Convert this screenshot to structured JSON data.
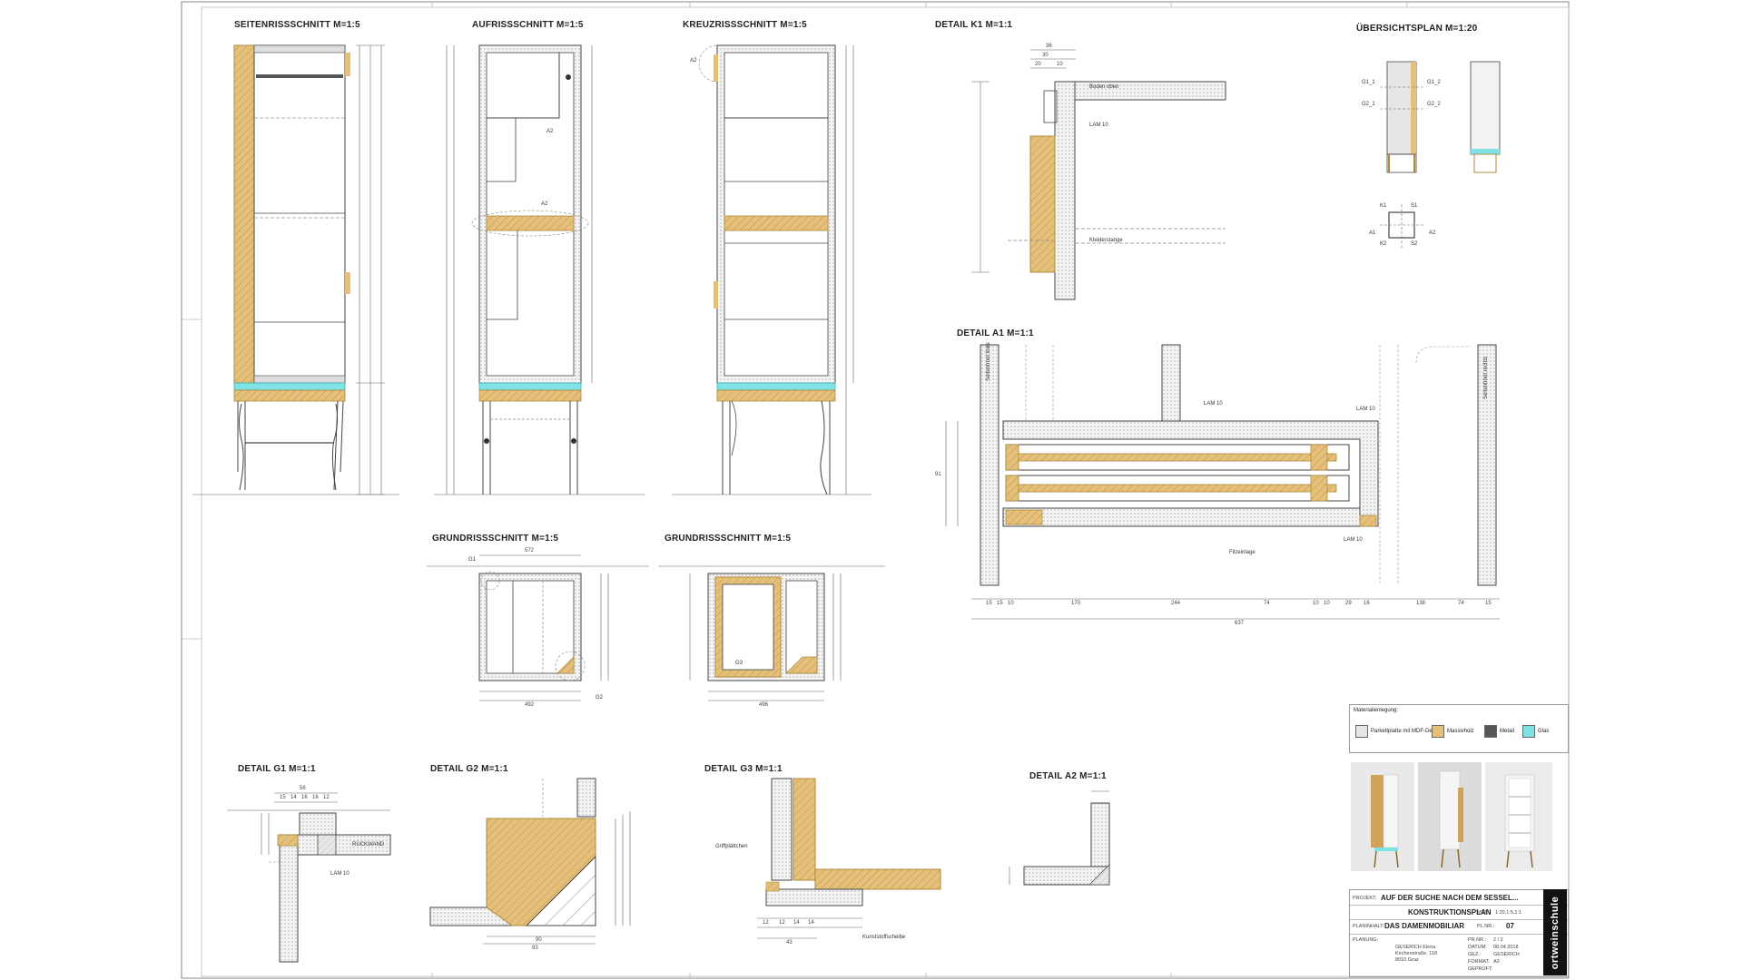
{
  "views": {
    "seitenriss": "SEITENRISSSCHNITT   M=1:5",
    "aufriss": "AUFRISSSCHNITT   M=1:5",
    "kreuzriss": "KREUZRISSSCHNITT   M=1:5",
    "detail_k1": "DETAIL K1   M=1:1",
    "uebersicht": "ÜBERSICHTSPLAN   M=1:20",
    "detail_a1": "DETAIL A1   M=1:1",
    "grundriss1": "GRUNDRISSSCHNITT   M=1:5",
    "grundriss2": "GRUNDRISSSCHNITT   M=1:5",
    "detail_g1": "DETAIL G1   M=1:1",
    "detail_g2": "DETAIL G2   M=1:1",
    "detail_g3": "DETAIL G3   M=1:1",
    "detail_a2": "DETAIL A2   M=1:1"
  },
  "notes": {
    "boden_oben": "Boden oben",
    "lam10_k1": "LAM 10",
    "kleiderstange": "Kleiderstange",
    "lam10_a1a": "LAM 10",
    "lam10_a1b": "LAM 10",
    "lam10_a1c": "LAM 10",
    "filzeinlage": "Filzeinlage",
    "seitenfront_links": "Seitenfront links",
    "seitenfront_rechts": "Seitenfront rechts",
    "rueckwand": "RÜCKWAND",
    "lam10_g1": "LAM 10",
    "griffplaettchen": "Griffplättchen",
    "kunststoffscheibe": "Kunststoffscheibe",
    "a2_aufriss": "A2",
    "a2_aufriss2": "A2",
    "a2_kreuz": "A2",
    "g1": "G1",
    "g2": "G2",
    "g3": "G3",
    "ov_g1_1": "G1_1",
    "ov_g1_2": "G1_2",
    "ov_g2_1": "G2_1",
    "ov_g2_2": "G2_2",
    "ov_k1": "K1",
    "ov_k2": "K2",
    "ov_a1": "A1",
    "ov_a2": "A2",
    "ov_s1": "S1",
    "ov_s2": "S2"
  },
  "dims": {
    "a1_bottom": [
      "15",
      "15",
      "10",
      "170",
      "244",
      "74",
      "10",
      "10",
      "29",
      "16",
      "138",
      "74",
      "15"
    ],
    "a1_total": "637",
    "a1_left": "91",
    "k1_top": [
      "36",
      "30",
      "20",
      "10"
    ],
    "g1_top": [
      "56",
      "15",
      "14",
      "16",
      "16",
      "12"
    ],
    "g2_bottom": [
      "90",
      "93"
    ],
    "g3_bottom": [
      "12",
      "12",
      "14",
      "14",
      "43"
    ],
    "grund1_top": "572",
    "grund1_bottom": "492",
    "grund2_bottom": "496"
  },
  "legend": {
    "title": "Materialienlegung:",
    "items": [
      {
        "label": "Parkettplatte mit MDF-Deck",
        "color": "#e6e6e6"
      },
      {
        "label": "Massivholz",
        "color": "#e4c07a"
      },
      {
        "label": "Metall",
        "color": "#555555"
      },
      {
        "label": "Glas",
        "color": "#7fe3e6"
      }
    ]
  },
  "titleblock": {
    "projekt_k": "PROJEKT:",
    "projekt_v": "AUF DER SUCHE NACH DEM SESSEL...",
    "plan_v": "KONSTRUKTIONSPLAN",
    "mst_k": "MST:",
    "mst_v": "1:20,1:5,1:1",
    "planinhalt_k": "PLANINHALT:",
    "planinhalt_v": "DAS DAMENMOBILIAR",
    "plnr_k": "PL.NR.:",
    "plnr_v": "07",
    "planung_k": "PLANUNG:",
    "planer_name": "GESERICH Elena",
    "planer_str": "Kirchenstraße, 118",
    "planer_ort": "8010 Graz",
    "prnr_k": "PR.NR.:",
    "prnr_v": "2 / 2",
    "datum_k": "DATUM:",
    "datum_v": "08.04.2018",
    "gez_k": "GEZ.:",
    "gez_v": "GESERICH",
    "format_k": "FORMAT:",
    "format_v": "A0",
    "geprueft_k": "GEPRÜFT:",
    "brand": "ortweinschule"
  },
  "colors": {
    "wood": "#e4c07a",
    "wood_stroke": "#b08a3a",
    "board": "#e6e6e6",
    "line": "#444444",
    "glass": "#7fe3e6",
    "metal": "#555555"
  }
}
